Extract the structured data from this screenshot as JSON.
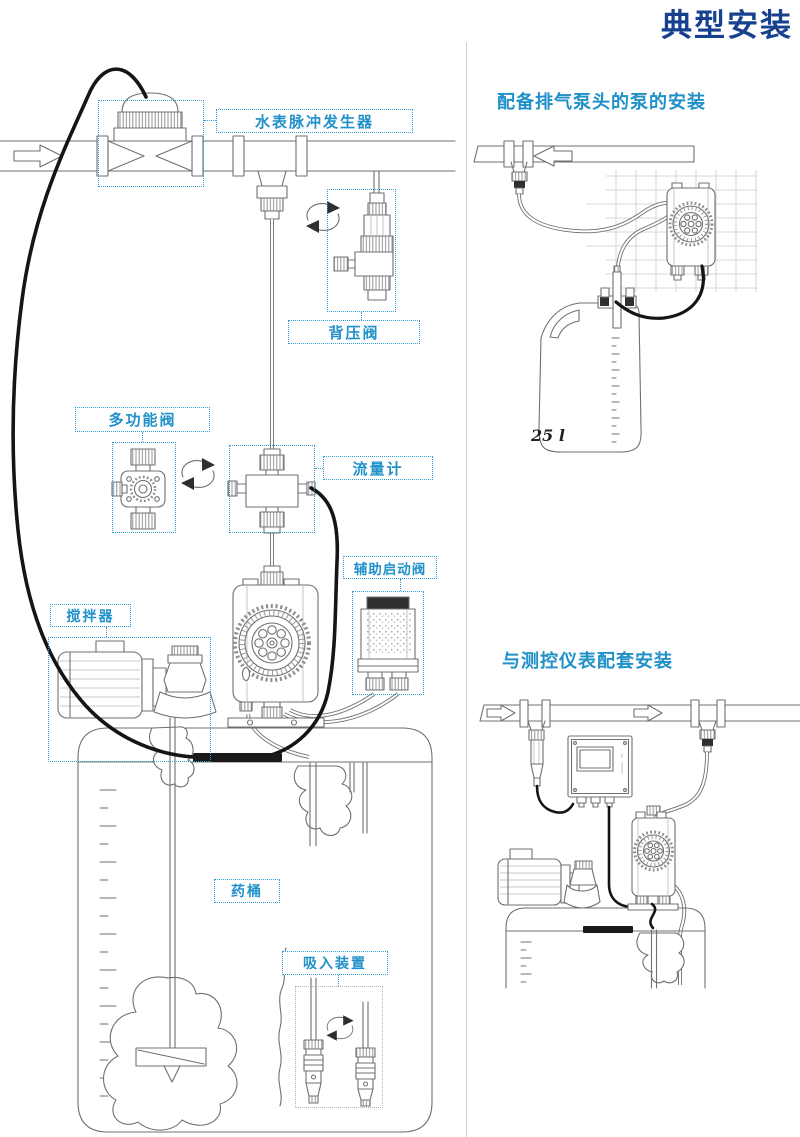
{
  "page": {
    "title": "典型安装",
    "colors": {
      "title": "#17418f",
      "heading": "#2090c9",
      "label_text": "#2191c9",
      "label_border": "#2e9bd6",
      "line": "#707070",
      "cable": "#151515"
    }
  },
  "main_diagram": {
    "labels": {
      "water_meter": "水表脉冲发生器",
      "back_pressure_valve": "背压阀",
      "multifunction_valve": "多功能阀",
      "flow_meter": "流量计",
      "auxiliary_start_valve": "辅助启动阀",
      "mixer": "搅拌器",
      "chemical_tank": "药桶",
      "suction_device": "吸入装置"
    }
  },
  "sections": {
    "degassing": {
      "heading": "配备排气泵头的泵的安装",
      "canister_volume": "25 l"
    },
    "instruments": {
      "heading": "与测控仪表配套安装"
    }
  },
  "icons": {
    "flow_arrow_right": "hollow-right-arrow",
    "flow_arrow_left": "hollow-left-arrow",
    "rotation_arrows": "curved-swap-arrows"
  }
}
